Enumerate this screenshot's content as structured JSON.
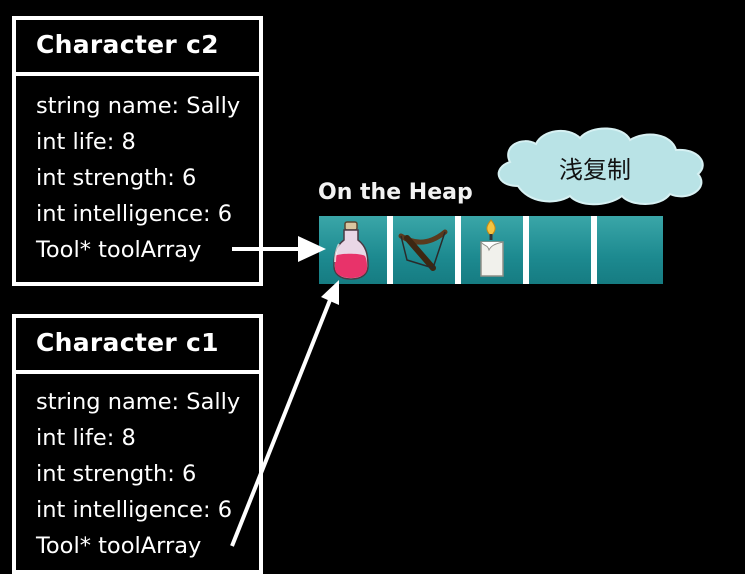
{
  "cards": [
    {
      "title": "Character c2",
      "fields": [
        "string name: Sally",
        "int life: 8",
        "int strength: 6",
        "int intelligence: 6",
        "Tool* toolArray"
      ]
    },
    {
      "title": "Character c1",
      "fields": [
        "string name: Sally",
        "int life: 8",
        "int strength: 6",
        "int intelligence: 6",
        "Tool* toolArray"
      ]
    }
  ],
  "heap": {
    "label": "On the Heap",
    "items": [
      "potion-icon",
      "crossbow-icon",
      "candle-icon",
      "empty",
      "empty"
    ]
  },
  "callout": {
    "text": "浅复制"
  },
  "colors": {
    "array": "#2a9aa0",
    "cloud": "#b9e3e6",
    "border": "#ffffff"
  }
}
